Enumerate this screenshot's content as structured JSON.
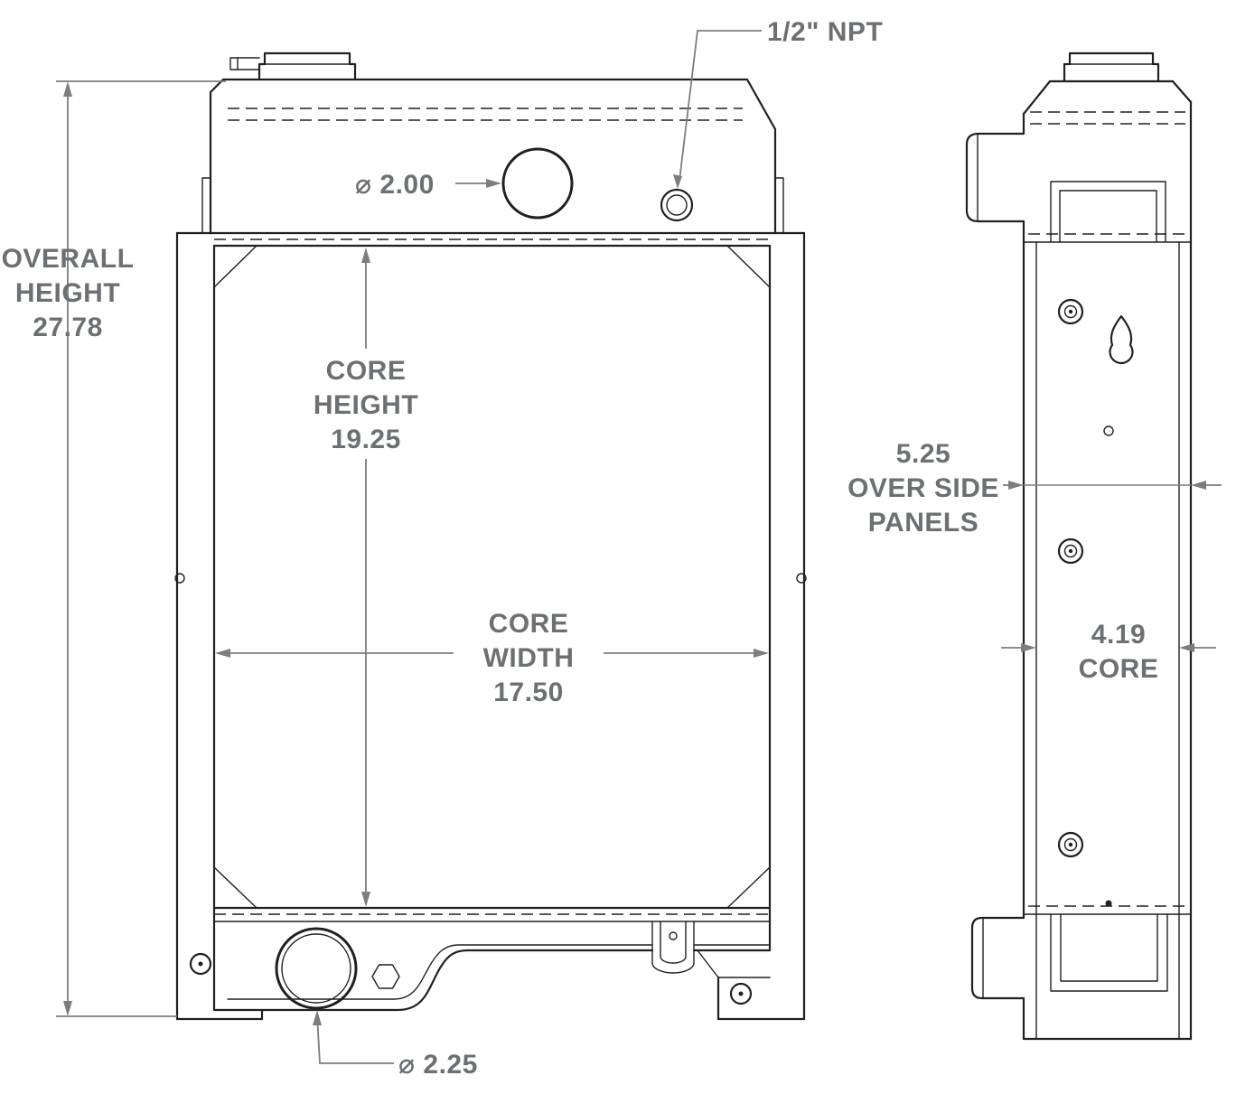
{
  "drawing": {
    "type": "radiator-dimension-drawing",
    "views": [
      "front-view",
      "side-view"
    ],
    "colors": {
      "line": "#231f20",
      "dimension_line": "#7b7d80",
      "dimension_text": "#6d7073",
      "background": "#ffffff"
    },
    "labels": {
      "overall_height": {
        "line1": "OVERALL",
        "line2": "HEIGHT",
        "value": "27.78"
      },
      "filler_diameter": "⌀ 2.00",
      "npt_port": "1/2\" NPT",
      "core_height": {
        "line1": "CORE",
        "line2": "HEIGHT",
        "value": "19.25"
      },
      "core_width": {
        "line1": "CORE",
        "line2": "WIDTH",
        "value": "17.50"
      },
      "outlet_diameter": "⌀ 2.25",
      "depth_over_panels": {
        "value": "5.25",
        "line2": "OVER SIDE",
        "line3": "PANELS"
      },
      "core_depth": {
        "value": "4.19",
        "line2": "CORE"
      }
    }
  }
}
